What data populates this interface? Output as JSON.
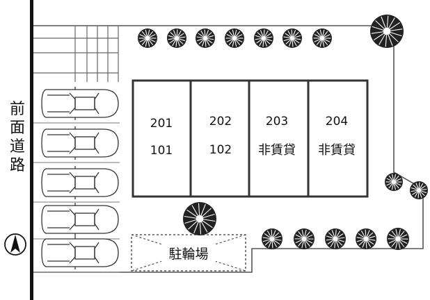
{
  "road_label": "前面道路",
  "road_chars": [
    "前",
    "面",
    "道",
    "路"
  ],
  "bicycle_parking_label": "駐輪場",
  "units": [
    {
      "upper": "201",
      "lower": "101"
    },
    {
      "upper": "202",
      "lower": "102"
    },
    {
      "upper": "203",
      "lower": "非賃貸"
    },
    {
      "upper": "204",
      "lower": "非賃貸"
    }
  ],
  "parking_spaces": 5,
  "compass_icon": "north-arrow-icon",
  "tree_icon": "tree-icon"
}
